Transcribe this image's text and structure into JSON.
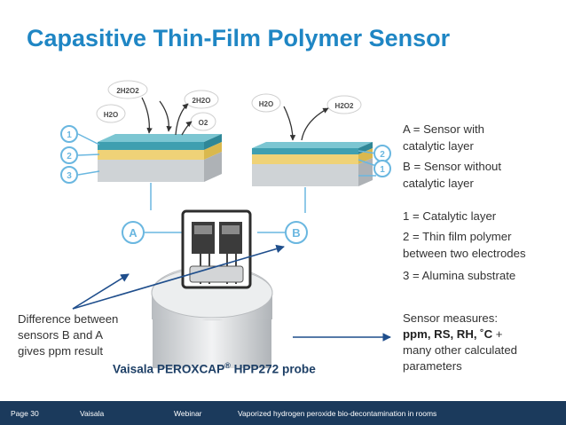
{
  "slide": {
    "title": "Capasitive Thin-Film Polymer Sensor"
  },
  "diagram": {
    "molecules_a": [
      "2H2O2",
      "H2O",
      "2H2O",
      "O2"
    ],
    "molecules_b": [
      "H2O",
      "H2O2"
    ],
    "layer_numbers": [
      "1",
      "2",
      "3"
    ],
    "sensor_labels": [
      "A",
      "B"
    ]
  },
  "legend": {
    "a_line1": "A = Sensor with",
    "a_line2": "catalytic layer",
    "b_line1": "B = Sensor without",
    "b_line2": "catalytic layer",
    "l1": "1 = Catalytic layer",
    "l2_line1": "2 = Thin film polymer",
    "l2_line2": "between two electrodes",
    "l3": "3 = Alumina substrate"
  },
  "captions": {
    "difference_line1": "Difference between",
    "difference_line2": "sensors B and A",
    "difference_line3": "gives ppm result",
    "probe_name": "Vaisala PEROXCAP",
    "probe_reg": "®",
    "probe_model": " HPP272 probe",
    "measures_line1": "Sensor measures:",
    "measures_bold": "ppm, RS, RH, ˚C",
    "measures_plus": " +",
    "measures_line3": "many other calculated",
    "measures_line4": "parameters"
  },
  "footer": {
    "page": "Page 30",
    "company": "Vaisala",
    "type": "Webinar",
    "topic": "Vaporized hydrogen peroxide bio-decontamination in rooms"
  },
  "colors": {
    "title": "#1f86c4",
    "catalytic_layer": "#4aa8b8",
    "polymer_layer": "#efd277",
    "substrate": "#cfd3d6",
    "marker": "#6ab7e0",
    "arrow": "#1f4e8c",
    "footer_bg": "#1b3a5c"
  }
}
